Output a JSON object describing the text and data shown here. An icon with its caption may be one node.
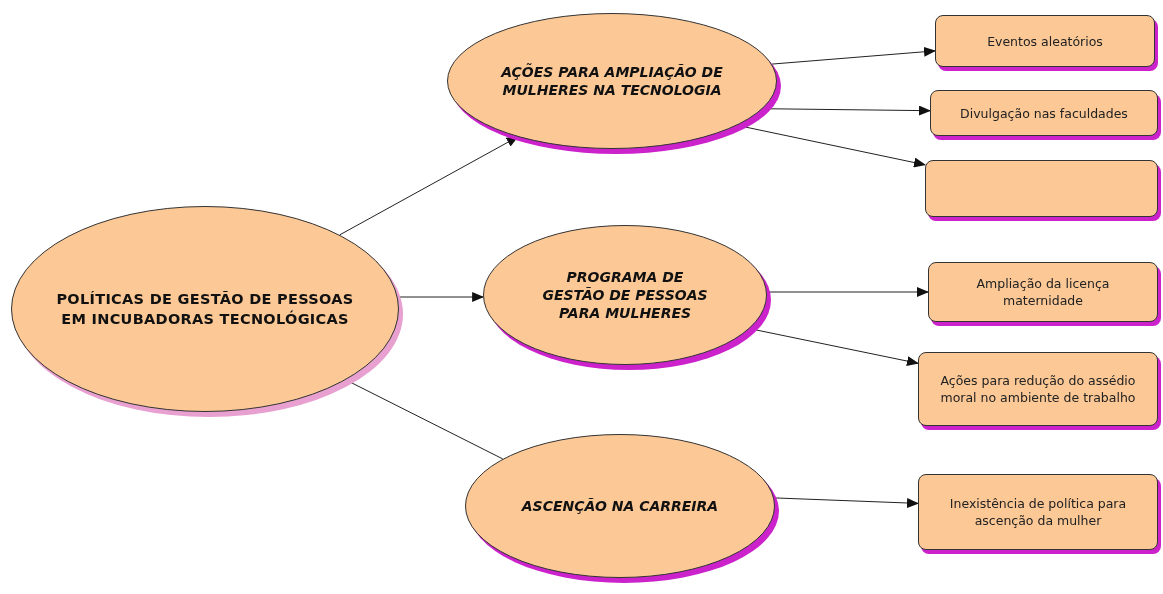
{
  "diagram": {
    "nodes": [
      {
        "text": [
          "POLÍTICAS DE GESTÃO DE PESSOAS EM INCUBADORAS TECNOLÓGICAS"
        ]
      },
      {
        "text": [
          "AÇÕES PARA AMPLIAÇÃO DE MULHERES NA TECNOLOGIA"
        ]
      },
      {
        "text": [
          "PROGRAMA DE GESTÃO DE PESSOAS PARA MULHERES"
        ]
      },
      {
        "text": [
          "ASCENÇÃO NA CARREIRA"
        ]
      },
      {
        "text": [
          "Eventos aleatórios"
        ]
      },
      {
        "text": [
          "Divulgação nas faculdades"
        ]
      },
      {
        "text": [],
        "shape": "box"
      },
      {
        "text": [
          "Ampliação da licença maternidade"
        ]
      },
      {
        "text": [
          "Ações para redução do assédio moral no ambiente de trabalho"
        ]
      },
      {
        "text": [
          "Inexistência de política para ascenção da mulher"
        ]
      }
    ],
    "edges": [
      {
        "from": 0,
        "to": 1,
        "arrow": "to"
      },
      {
        "from": 0,
        "to": 2,
        "arrow": "to"
      },
      {
        "from": 0,
        "to": 3,
        "arrow": "none"
      },
      {
        "from": 1,
        "to": 4,
        "arrow": "to"
      },
      {
        "from": 1,
        "to": 5,
        "arrow": "to"
      },
      {
        "from": 1,
        "to": 6,
        "arrow": "to"
      },
      {
        "from": 2,
        "to": 7,
        "arrow": "to"
      },
      {
        "from": 2,
        "to": 8,
        "arrow": "to"
      },
      {
        "from": 3,
        "to": 9,
        "arrow": "to"
      }
    ]
  }
}
